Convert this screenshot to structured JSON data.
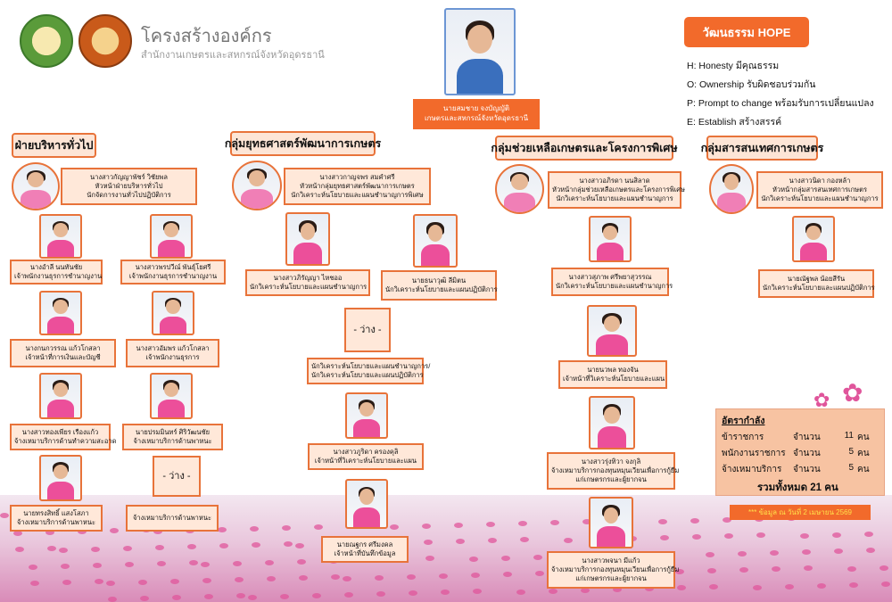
{
  "header": {
    "title": "โครงสร้างองค์กร",
    "subtitle": "สำนักงานเกษตรและสหกรณ์จังหวัดอุดรธานี"
  },
  "director": {
    "name": "นายสมชาย จงบัญญัติ",
    "title": "เกษตรและสหกรณ์จังหวัดอุดรธานี"
  },
  "groups": {
    "admin": "ฝ่ายบริหารทั่วไป",
    "strategy": "กลุ่มยุทธศาสตร์พัฒนาการเกษตร",
    "assist": "กลุ่มช่วยเหลือเกษตรและโครงการพิเศษ",
    "info": "กลุ่มสารสนเทศการเกษตร"
  },
  "admin": {
    "head": [
      "นางสาวกัญญาพัชร์ วิชัยพล",
      "หัวหน้าฝ่ายบริหารทั่วไป",
      "นักจัดการงานทั่วไปปฏิบัติการ"
    ],
    "left": [
      [
        "นางอำลี นนทันชัย",
        "เจ้าพนักงานธุรการชำนาญงาน"
      ],
      [
        "นางกนกวรรณ แก้วโกสลา",
        "เจ้าหน้าที่การเงินและบัญชี"
      ],
      [
        "นางสาวทองเพียร เรืองแก้ว",
        "จ้างเหมาบริการด้านทำความสะอาด"
      ],
      [
        "นายทรงสิทธิ์ แสงโสภา",
        "จ้างเหมาบริการด้านพาหนะ"
      ]
    ],
    "right": [
      [
        "นางสาวพรปวีณ์ พันธุ์โยศรี",
        "เจ้าพนักงานธุรการชำนาญงาน"
      ],
      [
        "นางสาวอัมพร แก้วโกสลา",
        "เจ้าพนักงานธุรการ"
      ],
      [
        "นายปรมมินทร์ ศิริวัฒนชัย",
        "จ้างเหมาบริการด้านพาหนะ"
      ]
    ],
    "vacant": "- ว่าง -",
    "vacant_role": "จ้างเหมาบริการด้านพาหนะ"
  },
  "strategy": {
    "head": [
      "นางสาวกาญจพร สมคำศรี",
      "หัวหน้ากลุ่มยุทธศาสตร์พัฒนาการเกษตร",
      "นักวิเคราะห์นโยบายและแผนชำนาญการพิเศษ"
    ],
    "left": [
      "นางสาวภิรัญญา ไหชออ",
      "นักวิเคราะห์นโยบายและแผนชำนาญการ"
    ],
    "right": [
      "นายธนาวุฒิ ลีมิตน",
      "นักวิเคราะห์นโยบายและแผนปฏิบัติการ"
    ],
    "vacant": "- ว่าง -",
    "vacant_role": [
      "นักวิเคราะห์นโยบายและแผนชำนาญการ/",
      "นักวิเคราะห์นโยบายและแผนปฏิบัติการ"
    ],
    "staff": [
      [
        "นางสาวภูริดา ครองคุลิ",
        "เจ้าหน้าที่วิเคราะห์นโยบายและแผน"
      ],
      [
        "นายณฐกร ศรีมงคล",
        "เจ้าหน้าที่บันทึกข้อมูล"
      ]
    ]
  },
  "assist": {
    "head": [
      "นางสาวอภิรดา นนสิลาด",
      "หัวหน้ากลุ่มช่วยเหลือเกษตรและโครงการพิเศษ",
      "นักวิเคราะห์นโยบายและแผนชำนาญการ"
    ],
    "staff": [
      [
        "นางสาวสุภาพ ศรีพยาสุวรรณ",
        "นักวิเคราะห์นโยบายและแผนชำนาญการ"
      ],
      [
        "นายนวพล ทองจัน",
        "เจ้าหน้าที่วิเคราะห์นโยบายและแผน"
      ],
      [
        "นางสาวรุ่งทิวา จงกุลิ",
        "จ้างเหมาบริการกองทุนหมุนเวียนเพื่อการกู้ยืม",
        "แก่เกษตรกรและผู้ยากจน"
      ],
      [
        "นางสาวพจนา มีแก้ว",
        "จ้างเหมาบริการกองทุนหมุนเวียนเพื่อการกู้ยืม",
        "แก่เกษตรกรและผู้ยากจน"
      ]
    ]
  },
  "info": {
    "head": [
      "นางสาวนิดา กองหล้า",
      "หัวหน้ากลุ่มสารสนเทศการเกษตร",
      "นักวิเคราะห์นโยบายและแผนชำนาญการ"
    ],
    "staff": [
      "นายณัฐพล น้อยสีรัน",
      "นักวิเคราะห์นโยบายและแผนปฏิบัติการ"
    ]
  },
  "hope": {
    "title": "วัฒนธรรม HOPE",
    "items": [
      "H: Honesty มีคุณธรรม",
      "O: Ownership รับผิดชอบร่วมกัน",
      "P: Prompt to change พร้อมรับการเปลี่ยนแปลง",
      "E: Establish สร้างสรรค์"
    ]
  },
  "rate": {
    "title": "อัตรากำลัง",
    "rows": [
      [
        "ข้าราชการ",
        "จำนวน",
        "11",
        "คน"
      ],
      [
        "พนักงานราชการ",
        "จำนวน",
        "5",
        "คน"
      ],
      [
        "จ้างเหมาบริการ",
        "จำนวน",
        "5",
        "คน"
      ]
    ],
    "total": "รวมทั้งหมด 21 คน"
  },
  "note": "*** ข้อมูล ณ วันที่ 2 เมษายน 2569",
  "icons": {
    "flower": "lotus-flower-icon"
  },
  "colors": {
    "accent": "#f26a2b",
    "label_bg": "#ffe8d9",
    "border": "#e8733a"
  }
}
